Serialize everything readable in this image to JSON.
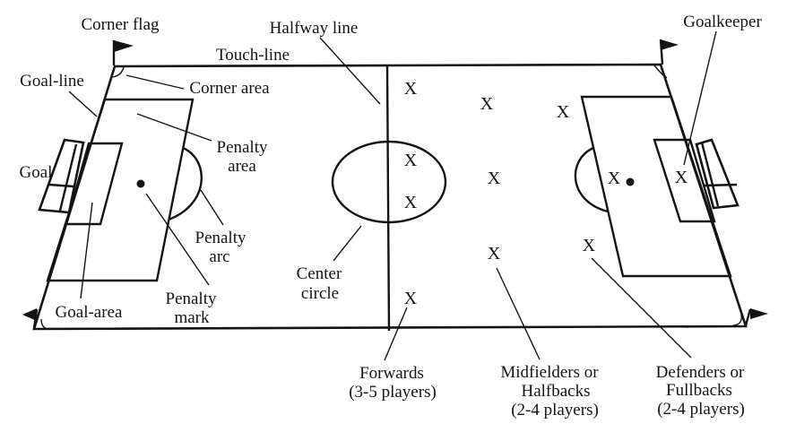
{
  "field_labels": {
    "corner_flag": "Corner flag",
    "halfway_line": "Halfway line",
    "touch_line": "Touch-line",
    "goalkeeper": "Goalkeeper",
    "goal_line": "Goal-line",
    "corner_area": "Corner area",
    "goal": "Goal",
    "penalty_area": [
      "Penalty",
      "area"
    ],
    "penalty_arc": [
      "Penalty",
      "arc"
    ],
    "center_circle": [
      "Center",
      "circle"
    ],
    "penalty_mark": [
      "Penalty",
      "mark"
    ],
    "goal_area": "Goal-area"
  },
  "position_labels": {
    "forwards": [
      "Forwards",
      "(3-5 players)"
    ],
    "midfielders": [
      "Midfielders or",
      "Halfbacks",
      "(2-4 players)"
    ],
    "defenders": [
      "Defenders or",
      "Fullbacks",
      "(2-4 players)"
    ]
  },
  "players": {
    "marker": "X",
    "counts": {
      "forwards": 4,
      "midfielders": 3,
      "defenders": 3,
      "goalkeeper": 1
    }
  },
  "colors": {
    "ink": "#141414",
    "background": "#ffffff"
  }
}
